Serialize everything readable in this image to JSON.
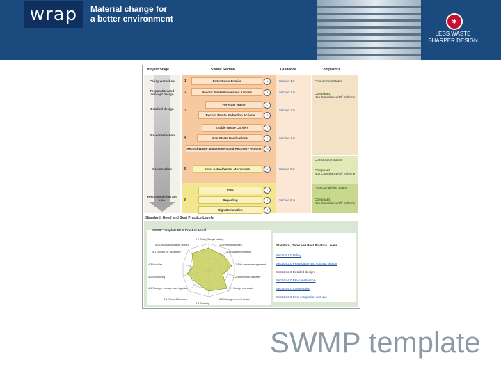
{
  "banner": {
    "logo_text": "wrap",
    "tagline_line1": "Material change for",
    "tagline_line2": "a better environment",
    "partner_line1": "LESS WASTE",
    "partner_line2": "SHARPER DESIGN"
  },
  "template": {
    "headers": {
      "project_stage": "Project Stage",
      "swmp_section": "SWMP Section",
      "guidance": "Guidance",
      "compliance": "Compliance"
    },
    "stages": [
      "Policy workshop",
      "Preparation and concept design",
      "Detailed design",
      "Pre-construction",
      "Construction",
      "Post completion and use"
    ],
    "steps": [
      {
        "num": "1",
        "label": "Enter Basic Details",
        "badge": "A"
      },
      {
        "num": "2",
        "label": "Record Waste Prevention Actions",
        "badge": "B"
      },
      {
        "num": "",
        "label": "Forecast Waste",
        "badge": "C"
      },
      {
        "num": "3",
        "label": "Record Waste Reduction Actions",
        "badge": "D"
      },
      {
        "num": "",
        "label": "Enable Waste Carriers",
        "badge": "E"
      },
      {
        "num": "4",
        "label": "Plan Waste Destinations",
        "badge": "F"
      },
      {
        "num": "",
        "label": "Record Waste Management and Recovery Actions",
        "badge": "G"
      },
      {
        "num": "5",
        "label": "Enter Actual Waste Movements",
        "badge": "H"
      },
      {
        "num": "",
        "label": "KPIs",
        "badge": "I"
      },
      {
        "num": "6",
        "label": "Reporting",
        "badge": "J"
      },
      {
        "num": "",
        "label": "Sign Declaration",
        "badge": "K"
      }
    ],
    "guidance": [
      "Section 1.0",
      "Section 2.0",
      "Section 3.0",
      "Section 4.0",
      "Section 5.0",
      "Section 6.0"
    ],
    "compliance": {
      "procurement": "Procurement Status",
      "compliant1": "Compliant",
      "non1": "Non Compliance/Off Scheme",
      "construction": "Construction Status",
      "compliant2": "Compliant",
      "non2": "Non Compliance/Off Scheme",
      "post": "Post Completion Status",
      "compliant3": "Compliant",
      "non3": "Non Compliance/Off Scheme"
    },
    "levels_title": "Standard, Good and Best Practice Levels",
    "radar_title": "SWMP Template Best Practice Level",
    "radar_labels": [
      "1.1 Policy/Target setting",
      "1.2 Responsibilities",
      "1.3 Budgeting/targets",
      "2.1 Site waste management",
      "2.2 Information transfer",
      "3.1 Design out waste",
      "3.2 Management of waste",
      "3.3 Training",
      "3.4 Record/Measure",
      "4.1 Storage, storage and logistics",
      "4.2 Monitoring",
      "4.3 Modular",
      "5.1 Design for assembly",
      "5.2 Disposal of waste options"
    ],
    "levels_list": [
      "Standard, Good and Best Practice Levels",
      "Section 1.0 Policy",
      "Section 2.0 Preparation and concept design",
      "Section 3.0 Detailed design",
      "Section 4.0 Pre-construction",
      "Section 5.0 Construction",
      "Section 6.0 Post completion and use"
    ]
  },
  "slide_title": "SWMP template"
}
